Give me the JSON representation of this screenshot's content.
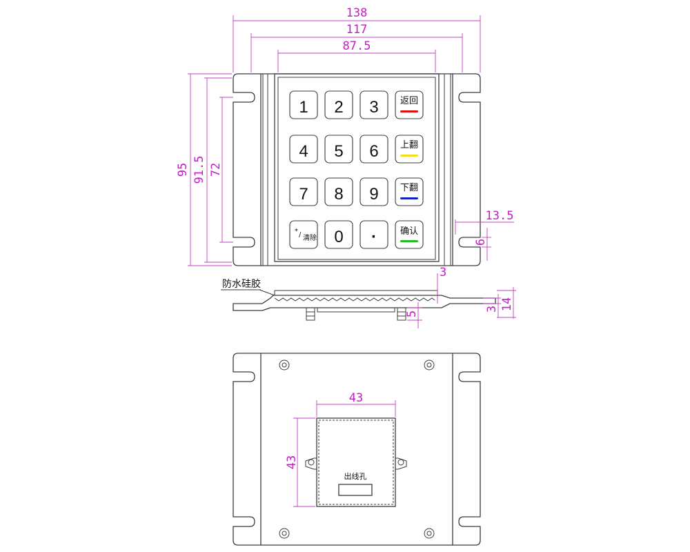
{
  "dimensions": {
    "top_width": "138",
    "inner_width": "117",
    "keypad_width": "87.5",
    "height_total": "95",
    "height_inner": "91.5",
    "height_slot": "72",
    "ear_width": "13.5",
    "slot_width": "6",
    "membrane_thickness": "3",
    "plate_thickness": "3",
    "total_thickness": "14",
    "stud_height": "5",
    "cable_box_width": "43",
    "cable_box_height": "43"
  },
  "keys": {
    "k1": "1",
    "k2": "2",
    "k3": "3",
    "k4": "4",
    "k5": "5",
    "k6": "6",
    "k7": "7",
    "k8": "8",
    "k9": "9",
    "k0": "0",
    "kdot": "·",
    "clear_star": "*",
    "clear_slash": "/",
    "clear_text": "清除",
    "back": "返回",
    "page_up": "上翻",
    "page_down": "下翻",
    "confirm": "确认"
  },
  "key_colors": {
    "back": "#e01010",
    "page_up": "#f0e020",
    "page_down": "#1020c0",
    "confirm": "#20c020"
  },
  "labels": {
    "waterproof_silicone": "防水硅胶",
    "cable_hole": "出线孔"
  }
}
